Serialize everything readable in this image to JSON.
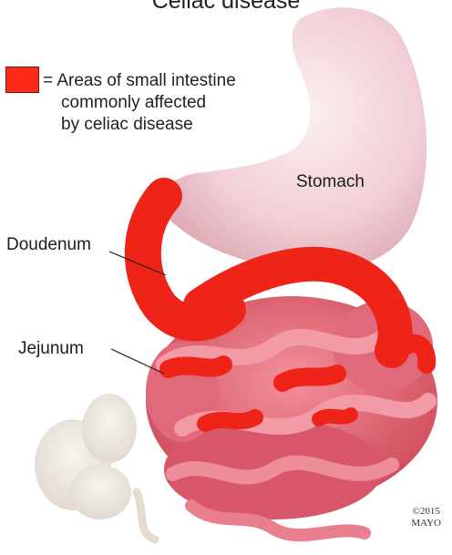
{
  "title": "Celiac disease",
  "legend": {
    "equals": "=",
    "line1": "Areas of small intestine",
    "line2": "commonly affected",
    "line3": "by celiac disease",
    "swatch_color": "#ff2a1a"
  },
  "labels": {
    "stomach": "Stomach",
    "duodenum": "Doudenum",
    "jejunum": "Jejunum"
  },
  "copyright": {
    "year": "©2015",
    "org": "MAYO"
  },
  "colors": {
    "stomach": "#f4d6da",
    "intestine": "#e45f72",
    "affected": "#f0231a",
    "colon": "#ece6dc"
  }
}
